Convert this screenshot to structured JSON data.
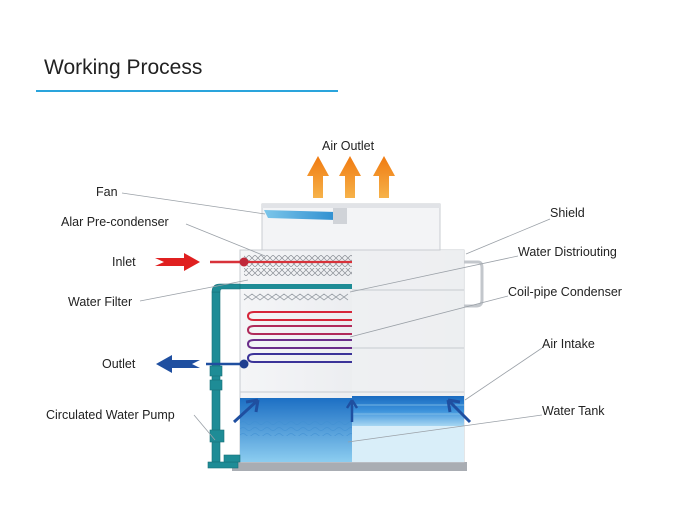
{
  "header": {
    "title": "Working Process"
  },
  "diagram": {
    "labels": {
      "air_outlet": "Air Outlet",
      "fan": "Fan",
      "alar_pre_condenser": "Alar Pre-condenser",
      "inlet": "Inlet",
      "water_filter": "Water Filter",
      "outlet": "Outlet",
      "circulated_water_pump": "Circulated Water Pump",
      "shield": "Shield",
      "water_distributing": "Water Distriouting",
      "coil_pipe_condenser": "Coil-pipe Condenser",
      "air_intake": "Air Intake",
      "water_tank": "Water Tank"
    },
    "colors": {
      "accent_rule": "#2aa4dc",
      "air_flow_arrow": "#f08a1e",
      "inlet_arrow": "#e02020",
      "outlet_arrow": "#1f4fa0",
      "water_blue": "#1a78c8",
      "pump_teal": "#1e8c96"
    }
  }
}
